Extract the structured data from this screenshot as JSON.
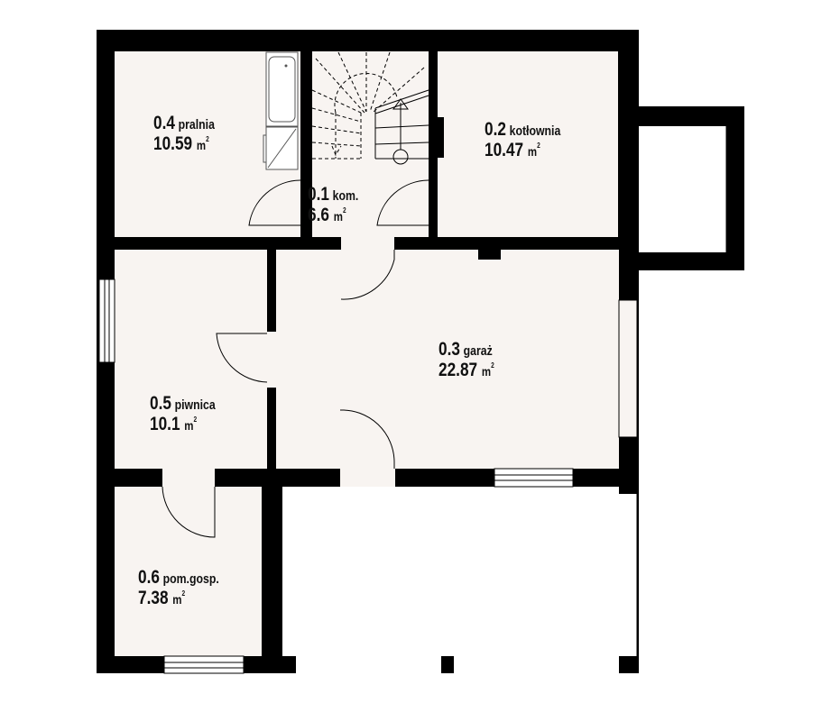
{
  "colors": {
    "wall": "#000000",
    "floor": "#f8f4f1",
    "exterior": "#ffffff"
  },
  "rooms": [
    {
      "number": "0.4",
      "name": "pralnia",
      "area": "10.59",
      "unit": "m",
      "sup": "2"
    },
    {
      "number": "0.1",
      "name": "kom.",
      "area": "6.6",
      "unit": "m",
      "sup": "2"
    },
    {
      "number": "0.2",
      "name": "kotłownia",
      "area": "10.47",
      "unit": "m",
      "sup": "2"
    },
    {
      "number": "0.3",
      "name": "garaż",
      "area": "22.87",
      "unit": "m",
      "sup": "2"
    },
    {
      "number": "0.5",
      "name": "piwnica",
      "area": "10.1",
      "unit": "m",
      "sup": "2"
    },
    {
      "number": "0.6",
      "name": "pom.gosp.",
      "area": "7.38",
      "unit": "m",
      "sup": "2"
    }
  ]
}
